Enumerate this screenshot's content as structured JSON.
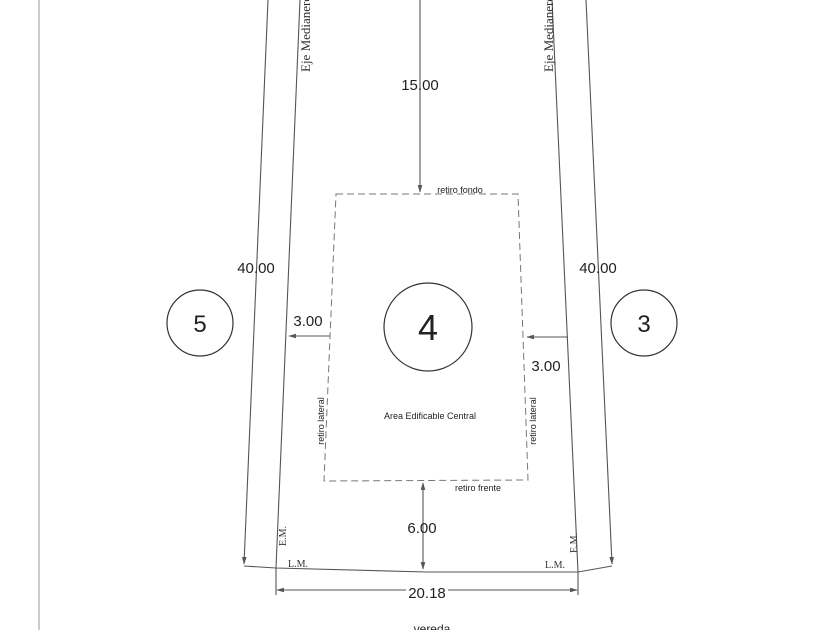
{
  "lot_numbers": {
    "left": "5",
    "center": "4",
    "right": "3"
  },
  "dimensions": {
    "rear": "15.00",
    "left_depth": "40.00",
    "right_depth": "40.00",
    "left_setback": "3.00",
    "right_setback": "3.00",
    "front_setback": "6.00",
    "frontage": "20.18"
  },
  "labels": {
    "eje_left": "Eje Medianero",
    "eje_right": "Eje Medianero",
    "retiro_fondo": "retiro fondo",
    "retiro_frente": "retiro frente",
    "retiro_lateral_left": "retiro lateral",
    "retiro_lateral_right": "retiro lateral",
    "area": "Area Edificable Central",
    "em_left": "E.M.",
    "em_right": "E.M.",
    "lm_left": "L.M.",
    "lm_right": "L.M.",
    "vereda": "vereda"
  }
}
